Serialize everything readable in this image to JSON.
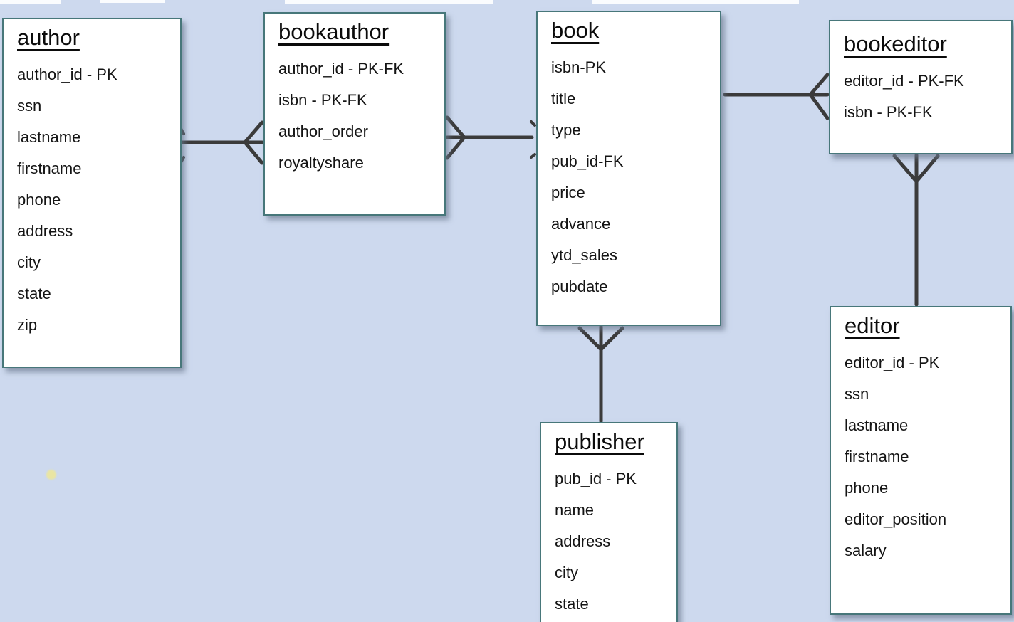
{
  "diagram": {
    "type": "entity-relationship-diagram",
    "notation": "crows-foot",
    "colors": {
      "background": "#cdd9ee",
      "entity_fill": "#ffffff",
      "entity_border": "#47777a",
      "connector": "#3b3b3b",
      "text": "#141414",
      "artifact_dot": "#e9e5a3"
    },
    "entities": [
      {
        "title": "author",
        "fields": [
          "author_id - PK",
          "ssn",
          "lastname",
          "firstname",
          "phone",
          "address",
          "city",
          "state",
          "zip"
        ]
      },
      {
        "title": "bookauthor",
        "fields": [
          "author_id - PK-FK",
          "isbn - PK-FK",
          "author_order",
          "royaltyshare"
        ]
      },
      {
        "title": "book",
        "fields": [
          "isbn-PK",
          "title",
          "type",
          "pub_id-FK",
          "price",
          "advance",
          "ytd_sales",
          "pubdate"
        ]
      },
      {
        "title": "bookeditor",
        "fields": [
          "editor_id - PK-FK",
          "isbn - PK-FK"
        ]
      },
      {
        "title": "editor",
        "fields": [
          "editor_id - PK",
          "ssn",
          "lastname",
          "firstname",
          "phone",
          "editor_position",
          "salary"
        ]
      },
      {
        "title": "publisher",
        "fields": [
          "pub_id - PK",
          "name",
          "address",
          "city",
          "state"
        ]
      }
    ],
    "relationships": [
      {
        "from": "author",
        "to": "bookauthor",
        "type": "one-to-many",
        "many_end": "bookauthor"
      },
      {
        "from": "book",
        "to": "bookauthor",
        "type": "one-to-many",
        "many_end": "bookauthor"
      },
      {
        "from": "book",
        "to": "bookeditor",
        "type": "one-to-many",
        "many_end": "bookeditor"
      },
      {
        "from": "editor",
        "to": "bookeditor",
        "type": "one-to-many",
        "many_end": "bookeditor"
      },
      {
        "from": "publisher",
        "to": "book",
        "type": "one-to-many",
        "many_end": "book"
      }
    ]
  }
}
